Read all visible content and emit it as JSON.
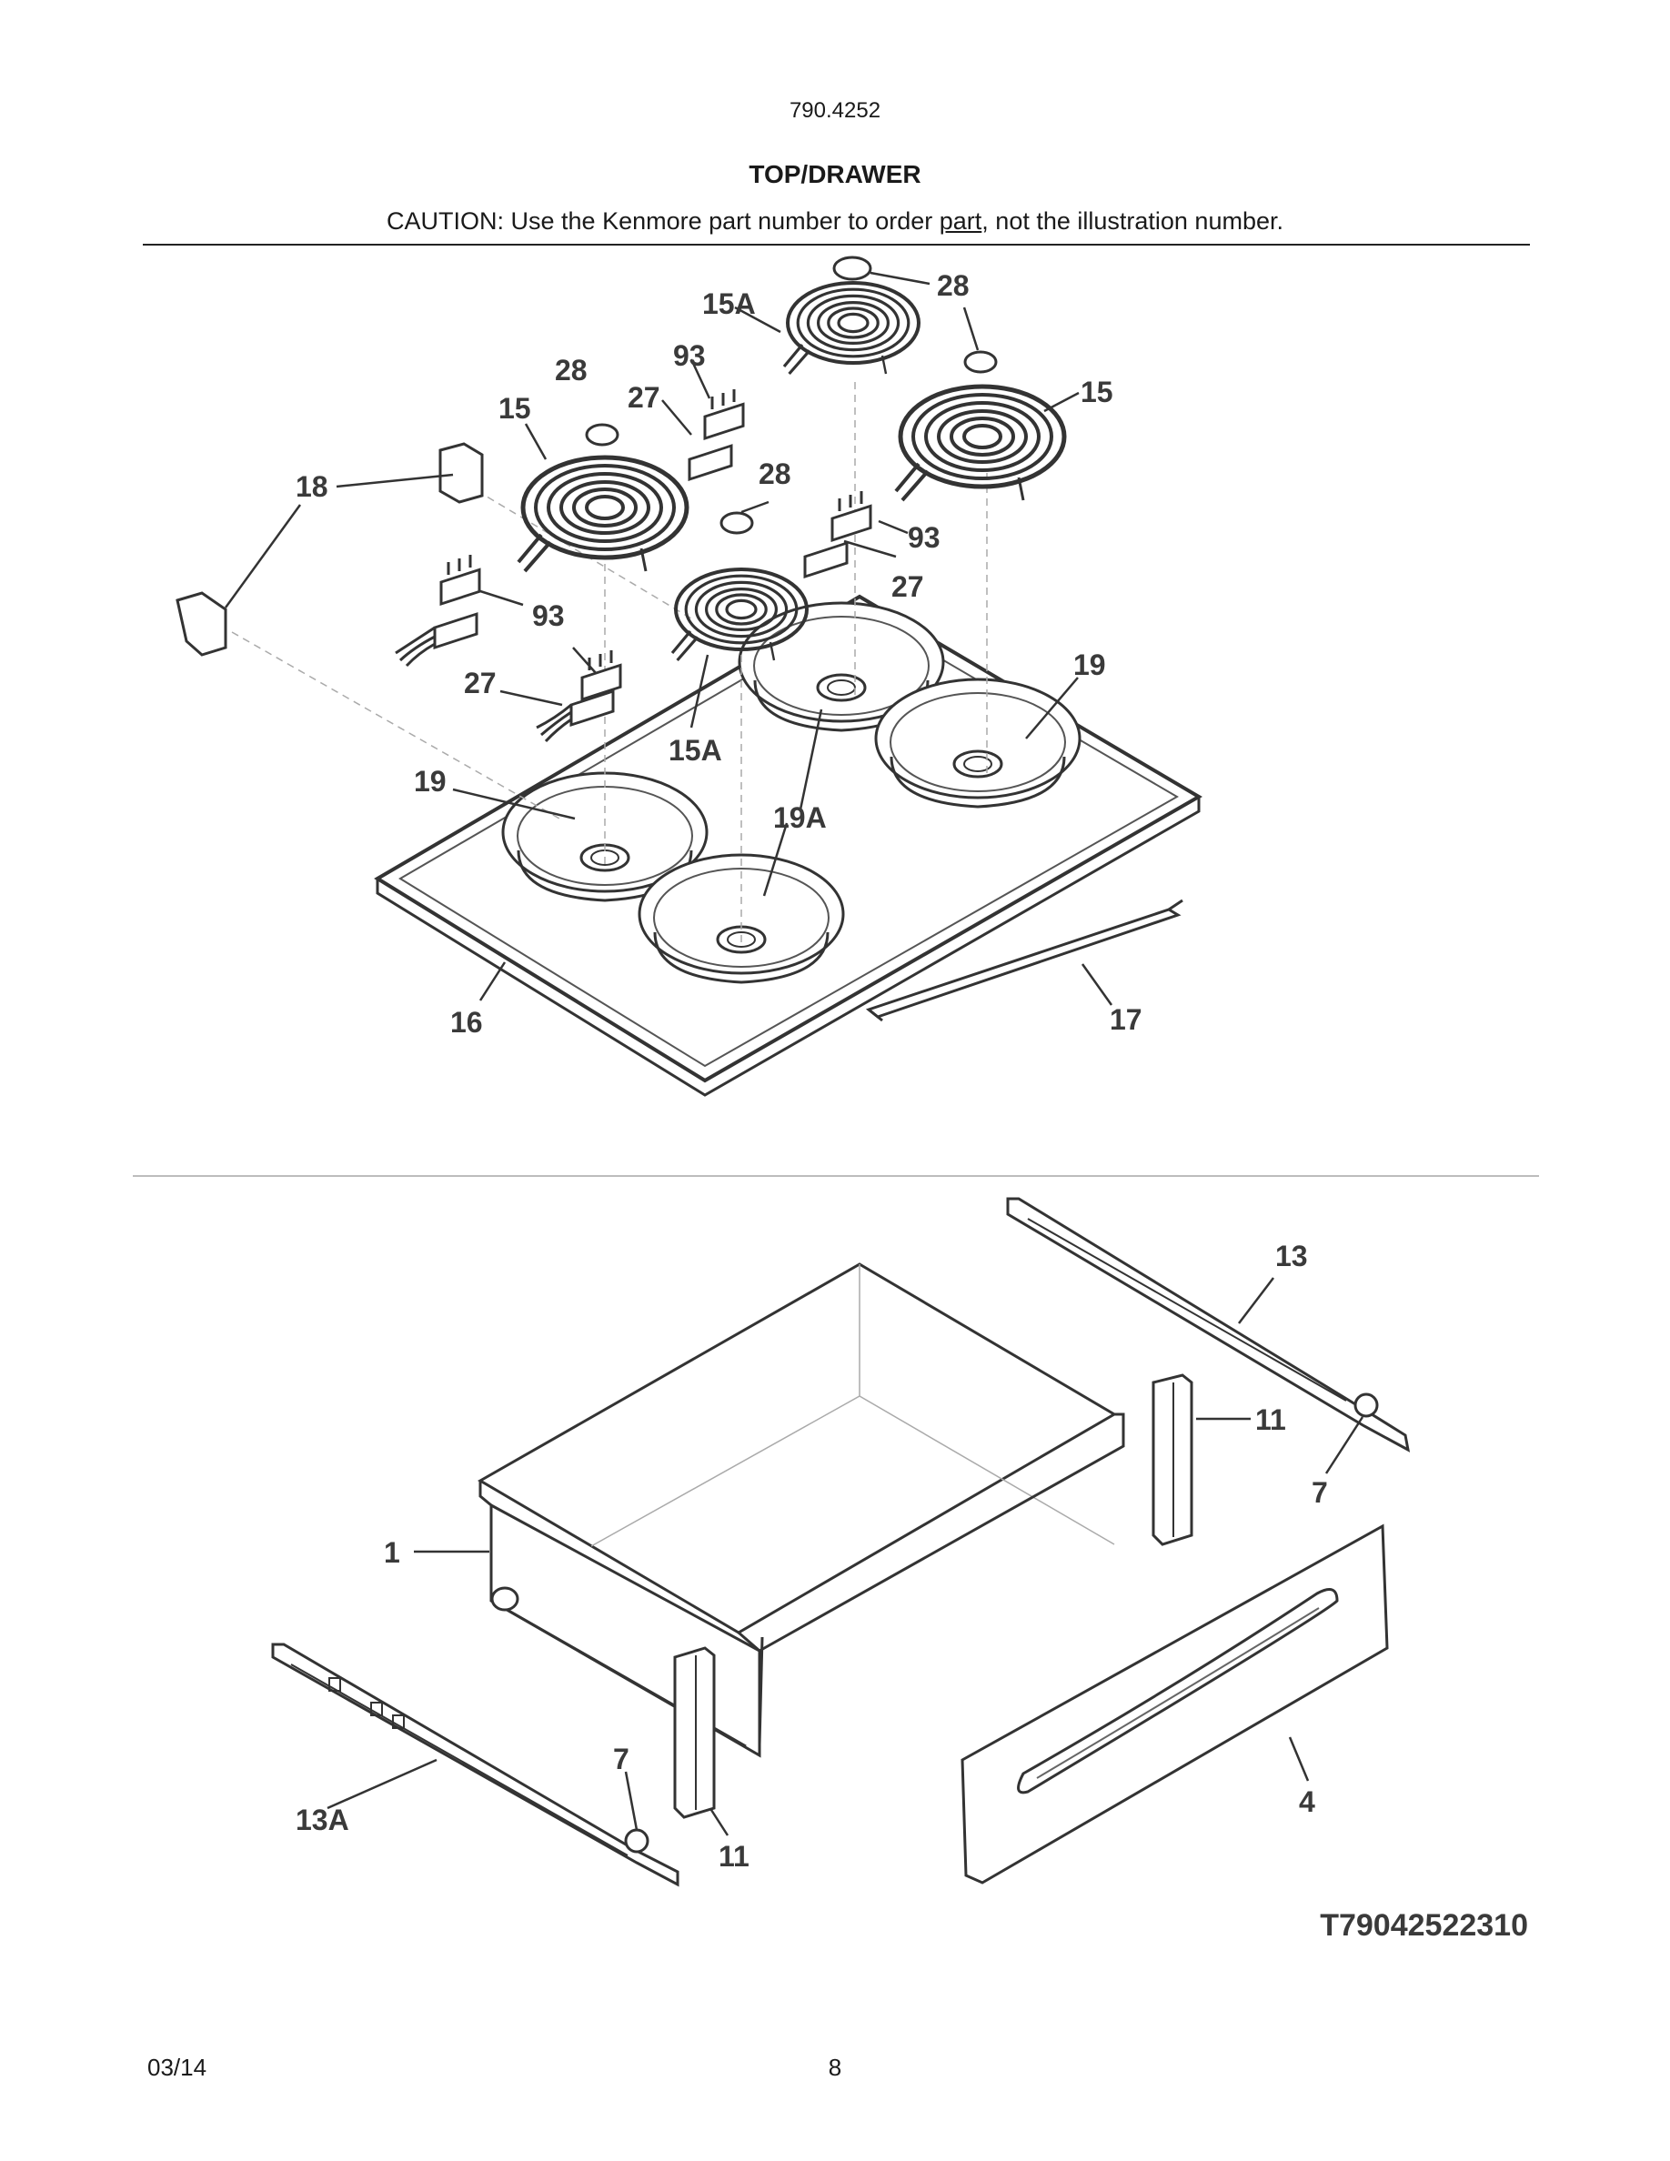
{
  "header": {
    "model": "790.4252",
    "title": "TOP/DRAWER",
    "caution_prefix": "CAUTION: Use the Kenmore part number to order ",
    "caution_underlined": "part",
    "caution_suffix": ", not the illustration number."
  },
  "callouts": {
    "top": [
      "15A",
      "28",
      "93",
      "28",
      "27",
      "15",
      "15",
      "28",
      "18",
      "93",
      "27",
      "93",
      "27",
      "15A",
      "19",
      "19",
      "19A",
      "16",
      "17"
    ],
    "drawer": [
      "13",
      "11",
      "7",
      "1",
      "4",
      "7",
      "13A",
      "11"
    ]
  },
  "illustration_code": "T79042522310",
  "footer": {
    "date": "03/14",
    "page": "8"
  }
}
